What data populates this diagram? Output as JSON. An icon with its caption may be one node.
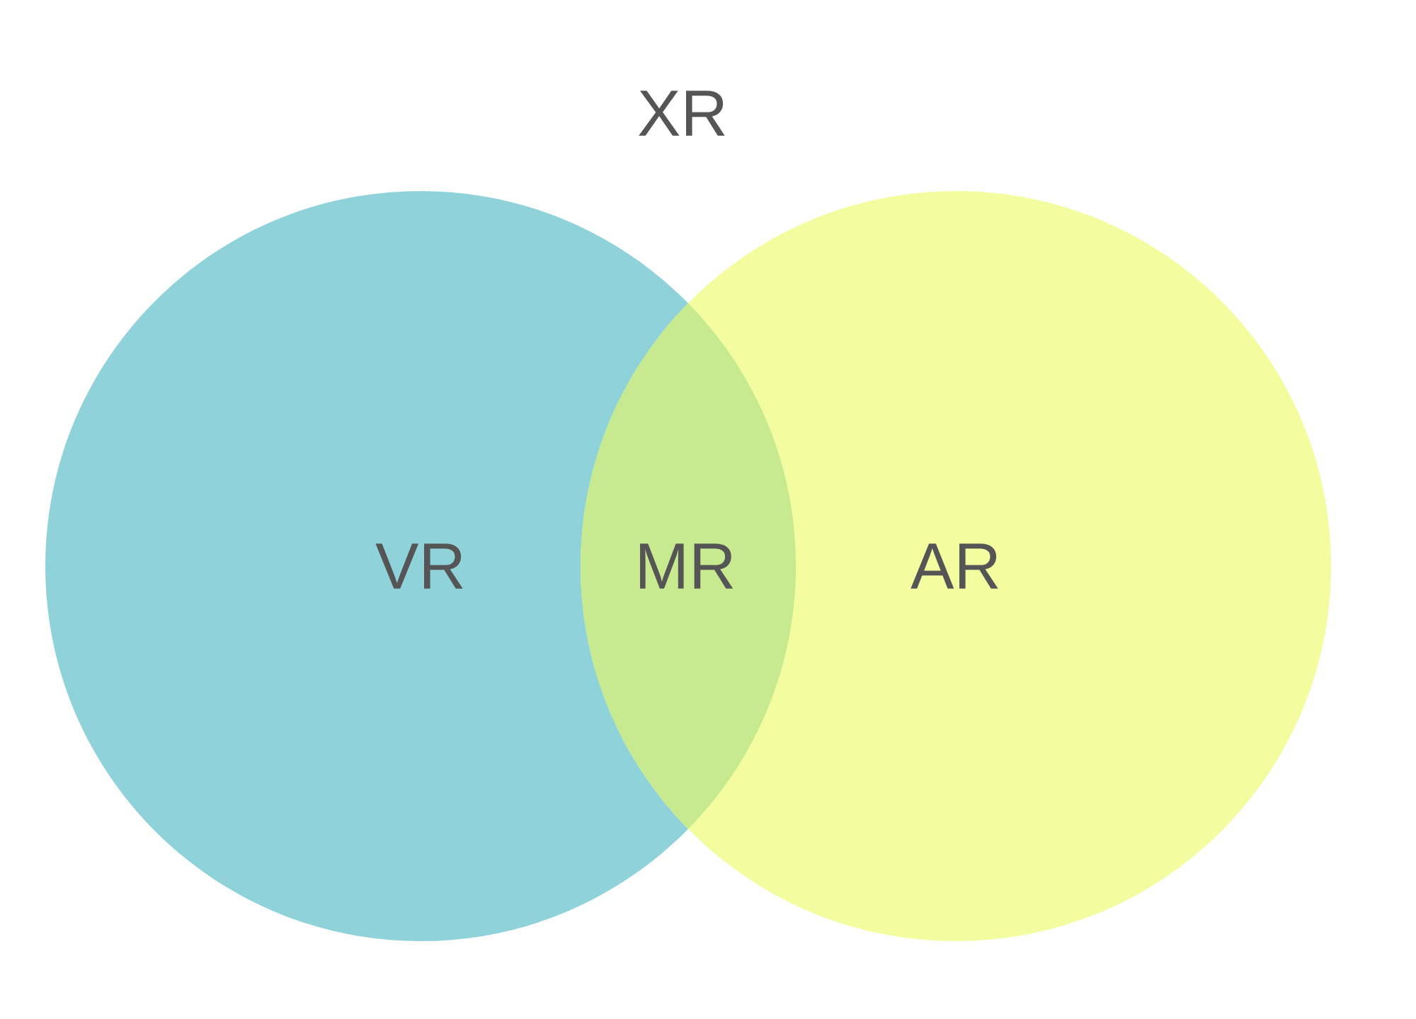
{
  "diagram": {
    "title": "XR",
    "nodes": [
      {
        "text": [
          "VR"
        ]
      },
      {
        "text": [
          "AR"
        ]
      }
    ],
    "labels": [
      "MR"
    ]
  }
}
